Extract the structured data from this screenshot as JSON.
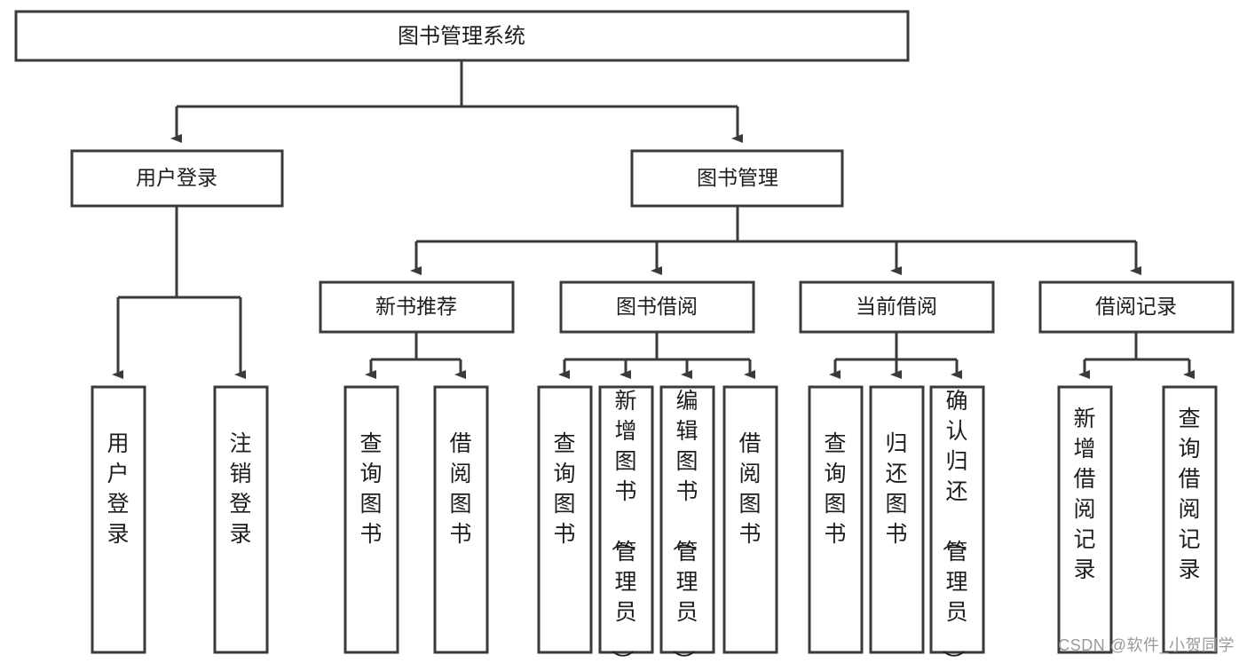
{
  "diagram": {
    "type": "tree-hierarchy-diagram",
    "title": "图书管理系统",
    "colors": {
      "stroke": "#3a3a3a",
      "fill": "#ffffff",
      "text": "#1d1d1d",
      "watermark": "#9a9a9a",
      "background": "#ffffff"
    },
    "root": {
      "label": "图书管理系统"
    },
    "level2": [
      {
        "label": "用户登录"
      },
      {
        "label": "图书管理"
      }
    ],
    "level3": [
      {
        "label": "新书推荐"
      },
      {
        "label": "图书借阅"
      },
      {
        "label": "当前借阅"
      },
      {
        "label": "借阅记录"
      }
    ],
    "leaves": {
      "user_login": [
        {
          "label": "用户登录"
        },
        {
          "label": "注销登录"
        }
      ],
      "new_book_recommend": [
        {
          "label": "查询图书"
        },
        {
          "label": "借阅图书"
        }
      ],
      "book_borrow": [
        {
          "label": "查询图书"
        },
        {
          "label": "新增图书（管理员）"
        },
        {
          "label": "编辑图书（管理员）"
        },
        {
          "label": "借阅图书"
        }
      ],
      "current_borrow": [
        {
          "label": "查询图书"
        },
        {
          "label": "归还图书"
        },
        {
          "label": "确认归还（管理员）"
        }
      ],
      "borrow_record": [
        {
          "label": "新增借阅记录"
        },
        {
          "label": "查询借阅记录"
        }
      ]
    }
  },
  "watermark": {
    "text": "CSDN @软件_小贺同学"
  }
}
